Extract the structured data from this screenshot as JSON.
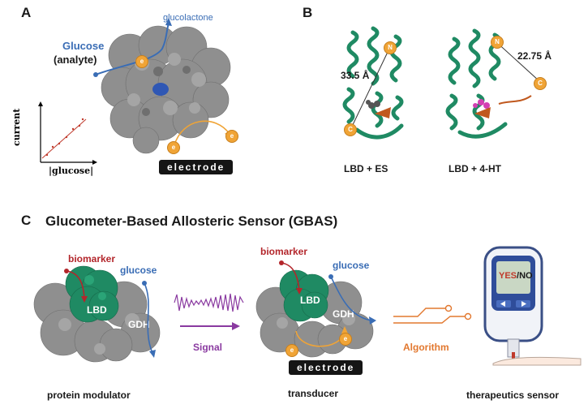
{
  "panelA": {
    "letter": "A",
    "glucose_label": "Glucose",
    "analyte_label": "(analyte)",
    "glucolactone_label": "glucolactone",
    "electron_label": "e",
    "electrode_label": "electrode",
    "plot_ylabel": "current",
    "plot_xlabel": "|glucose|"
  },
  "panelB": {
    "letter": "B",
    "left_distance": "33.5 Å",
    "right_distance": "22.75 Å",
    "n_label": "N",
    "c_label": "C",
    "left_caption": "LBD + ES",
    "right_caption": "LBD + 4-HT"
  },
  "panelC": {
    "letter": "C",
    "title": "Glucometer-Based Allosteric Sensor (GBAS)",
    "biomarker_label": "biomarker",
    "glucose_label": "glucose",
    "lbd_label": "LBD",
    "gdh_label": "GDH",
    "signal_label": "Signal",
    "algorithm_label": "Algorithm",
    "electrode_label": "electrode",
    "electron_label": "e",
    "meter_yes": "YES",
    "meter_sep": "/",
    "meter_no": "NO",
    "caption_modulator": "protein modulator",
    "caption_transducer": "transducer",
    "caption_sensor": "therapeutics sensor"
  },
  "colors": {
    "protein_gray": "#8f8f8f",
    "lbd_green": "#1f8a63",
    "glucose_blue": "#3a6db5",
    "electron_orange": "#f0a436",
    "biomarker_red": "#b3262b",
    "signal_purple": "#8a3aa0",
    "algorithm_orange": "#e2782f"
  }
}
